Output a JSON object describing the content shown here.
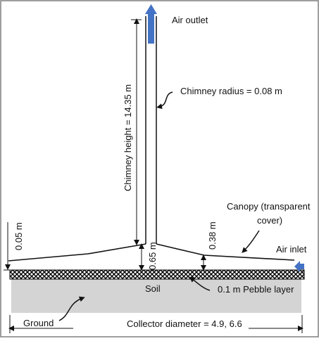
{
  "diagram": {
    "labels": {
      "air_outlet": "Air outlet",
      "chimney_radius": "Chimney radius = 0.08 m",
      "chimney_height": "Chimney height = 14.35 m",
      "canopy_line1": "Canopy (transparent",
      "canopy_line2": "cover)",
      "dim_left": "0.05 m",
      "dim_right": "0.38 m",
      "dim_center": "0.65 m",
      "air_inlet": "Air inlet",
      "soil": "Soil",
      "pebble_layer": "0.1 m Pebble layer",
      "ground": "Ground",
      "collector_diameter": "Collector diameter = 4.9, 6.6"
    },
    "colors": {
      "arrow_blue": "#4472C4",
      "soil_gray": "#d4d4d4",
      "line": "#111111",
      "frame": "#7f7f7f"
    }
  }
}
